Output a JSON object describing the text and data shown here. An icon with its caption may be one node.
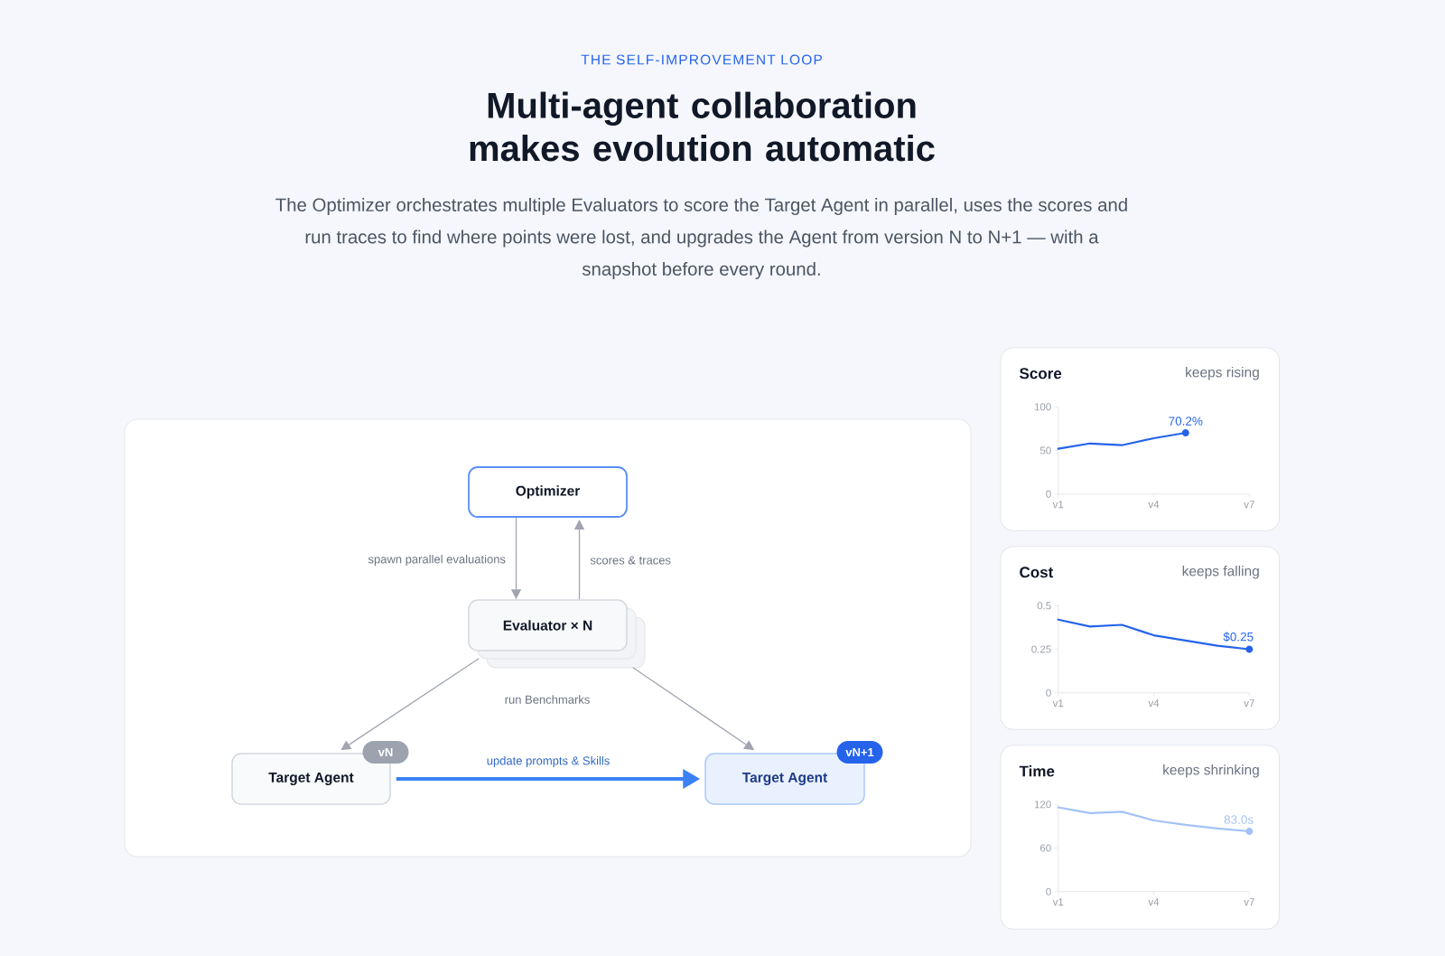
{
  "diagram": {
    "title": "Multi-agent collaboration makes evolution automatic",
    "nodes": [
      {
        "text": [
          "Optimizer"
        ]
      },
      {
        "text": [
          "Evaluator × N"
        ]
      },
      {
        "text": [
          "Target Agent"
        ],
        "beside": [
          "vN"
        ]
      },
      {
        "text": [
          "Target Agent"
        ],
        "beside": [
          "vN+1"
        ]
      },
      {
        "text": [
          "Score",
          "keeps rising"
        ]
      },
      {
        "text": [
          "Cost",
          "keeps falling"
        ]
      },
      {
        "text": [
          "Time",
          "keeps shrinking"
        ]
      }
    ],
    "edges": [
      {
        "from": 0,
        "to": 1,
        "arrow": "to",
        "label": "spawn parallel evaluations"
      },
      {
        "from": 1,
        "to": 0,
        "arrow": "to",
        "label": "scores & traces"
      },
      {
        "from": 1,
        "to": 2,
        "arrow": "to"
      },
      {
        "from": 1,
        "to": 3,
        "arrow": "to"
      },
      {
        "from": 2,
        "to": 3,
        "arrow": "to",
        "label": "update prompts & Skills",
        "style": "thick",
        "color": "#3b82f6"
      }
    ],
    "labels": [
      "THE SELF-IMPROVEMENT LOOP",
      "The Optimizer orchestrates multiple Evaluators to score the Target Agent in parallel, uses the scores and run traces to find where points were lost, and upgrades the Agent from version N to N+1 — with a snapshot before every round.",
      "run Benchmarks"
    ],
    "chart_data": [
      {
        "type": "line",
        "categories": [
          "v1",
          null,
          null,
          "v4",
          null,
          null,
          "v7"
        ],
        "series": [
          {
            "color": "#2563eb",
            "values": [
              52,
              58,
              56,
              64,
              70.2,
              null,
              null
            ]
          }
        ],
        "ylim": [
          0,
          100
        ],
        "yticks": [
          0,
          50,
          100
        ],
        "annotations": [
          "70.2%"
        ]
      },
      {
        "type": "line",
        "categories": [
          "v1",
          null,
          null,
          "v4",
          null,
          null,
          "v7"
        ],
        "series": [
          {
            "color": "#2563eb",
            "values": [
              0.42,
              0.38,
              0.39,
              0.33,
              0.3,
              0.27,
              0.25
            ]
          }
        ],
        "ylim": [
          0,
          0.5
        ],
        "yticks": [
          0,
          0.25,
          0.5
        ],
        "annotations": [
          "$0.25"
        ]
      },
      {
        "type": "line",
        "categories": [
          "v1",
          null,
          null,
          "v4",
          null,
          null,
          "v7"
        ],
        "series": [
          {
            "color": "#a3c2f7",
            "values": [
              116,
              108,
              110,
              98,
              92,
              87,
              83
            ]
          }
        ],
        "ylim": [
          0,
          120
        ],
        "yticks": [
          0,
          60,
          120
        ],
        "annotations": [
          "83.0s"
        ]
      }
    ]
  }
}
